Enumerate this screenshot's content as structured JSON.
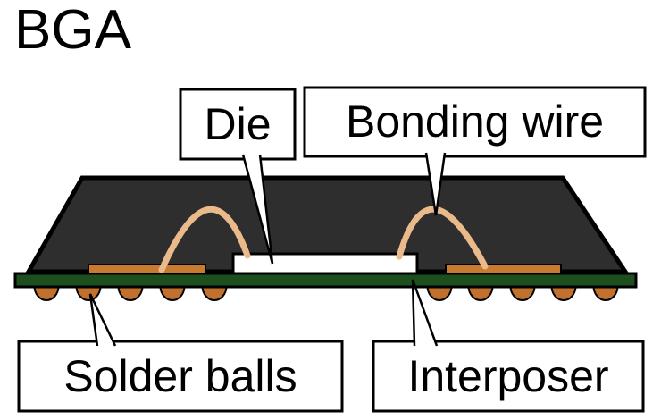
{
  "title": "BGA",
  "labels": {
    "die": "Die",
    "bonding_wire": "Bonding wire",
    "solder_balls": "Solder balls",
    "interposer": "Interposer"
  },
  "colors": {
    "mold": "#2e2e2e",
    "board": "#1d4e1d",
    "pad": "#c87a30",
    "solder_ball": "#c1702d",
    "wire": "#eaba8b",
    "die": "#ffffff",
    "outline": "#000000",
    "callout_bg": "#ffffff",
    "text": "#000000"
  }
}
